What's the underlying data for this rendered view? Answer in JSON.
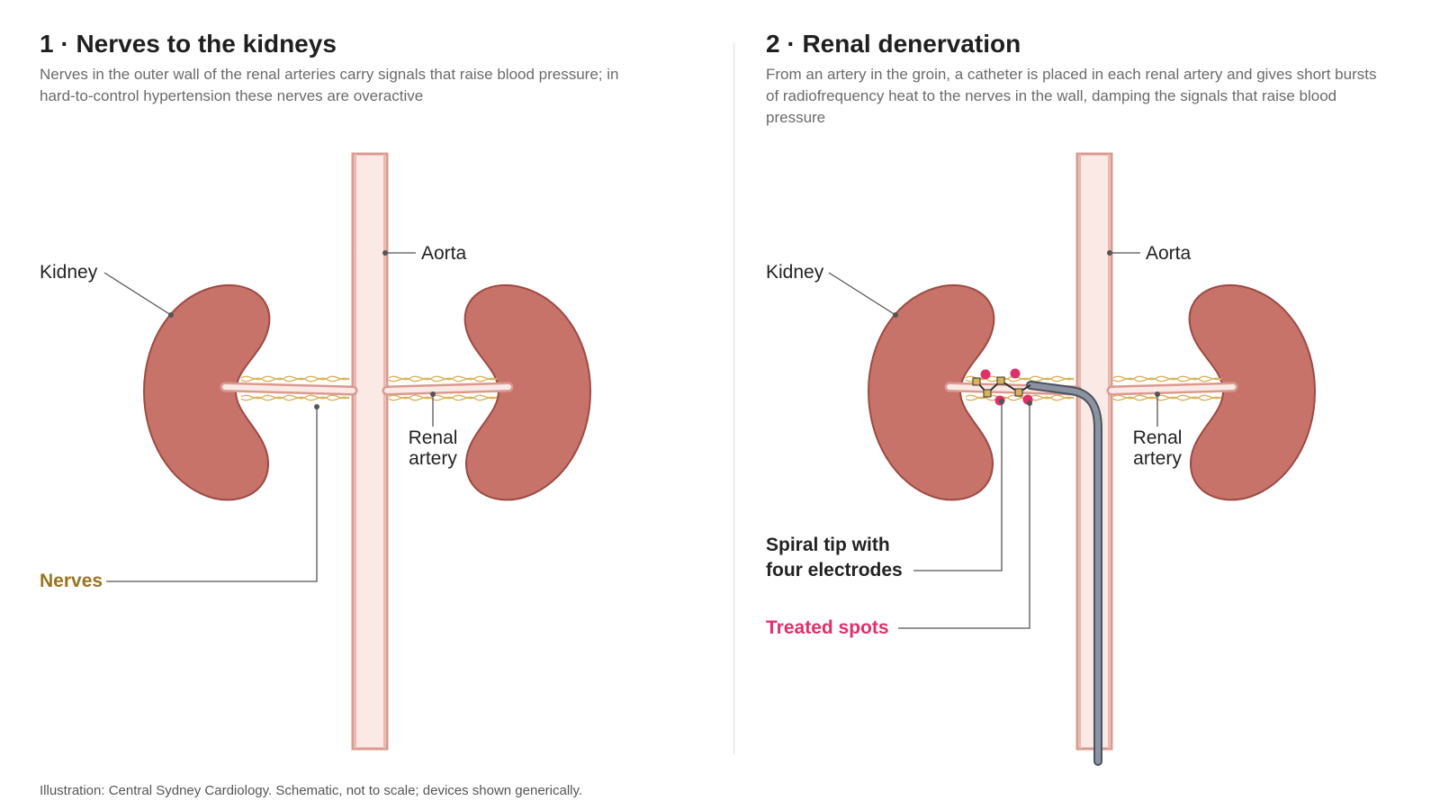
{
  "panel1": {
    "title": "1 · Nerves to the kidneys",
    "description": "Nerves in the outer wall of the renal arteries carry signals that raise blood pressure; in hard-to-control hypertension these nerves are overactive",
    "labels": {
      "kidney": "Kidney",
      "aorta": "Aorta",
      "renal_artery_line1": "Renal",
      "renal_artery_line2": "artery",
      "nerves": "Nerves"
    }
  },
  "panel2": {
    "title": "2 · Renal denervation",
    "description": "From an artery in the groin, a catheter is placed in each renal artery and gives short bursts of radiofrequency heat to the nerves in the wall, damping the signals that raise blood pressure",
    "labels": {
      "kidney": "Kidney",
      "aorta": "Aorta",
      "renal_artery_line1": "Renal",
      "renal_artery_line2": "artery",
      "spiral_tip_line1": "Spiral tip with",
      "spiral_tip_line2": "four electrodes",
      "treated_spots": "Treated spots"
    }
  },
  "footer": "Illustration: Central Sydney Cardiology. Schematic, not to scale; devices shown generically.",
  "colors": {
    "kidney_fill": "#c8736a",
    "kidney_stroke": "#9c4a43",
    "vessel_fill": "#fbe9e5",
    "vessel_stroke": "#d99a90",
    "nerve": "#d9b25a",
    "nerves_label": "#9a7420",
    "treated": "#e0306a",
    "catheter": "#8a939f",
    "catheter_stroke": "#4b5260",
    "leader": "#555555"
  }
}
